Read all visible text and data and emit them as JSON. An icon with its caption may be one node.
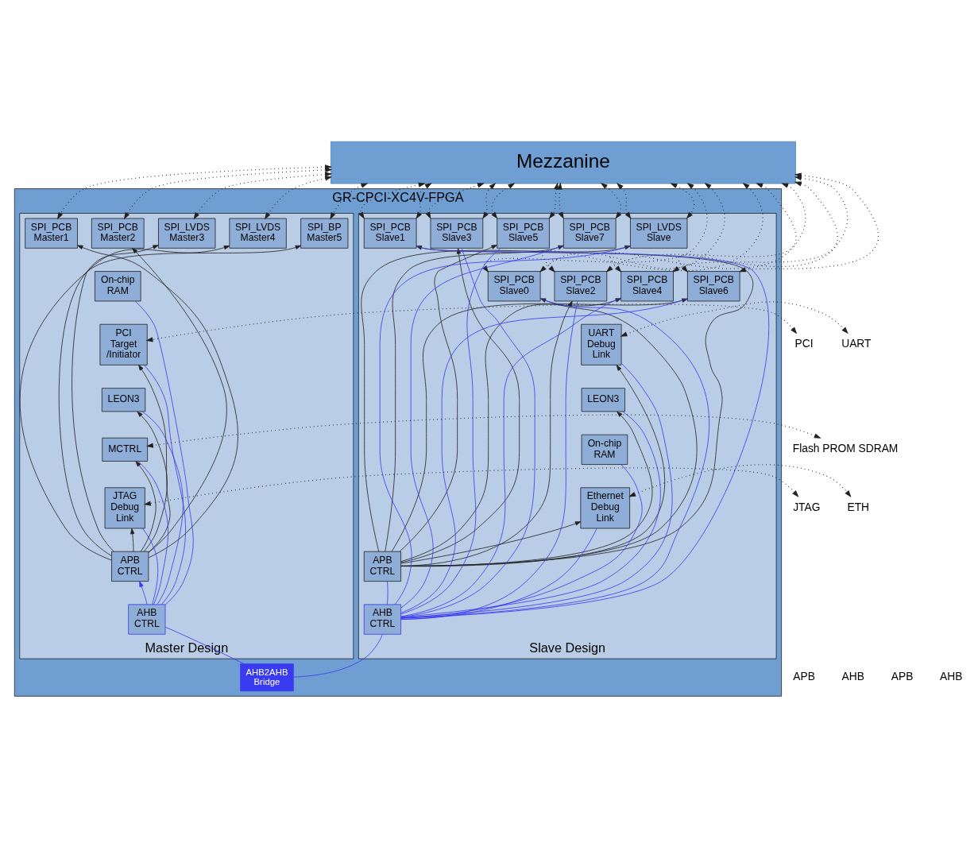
{
  "diagram": {
    "nodes": [
      {
        "text": [
          "Mezzanine"
        ]
      },
      {
        "text": [
          "GR-CPCI-XC4V-FPGA"
        ]
      },
      {
        "text": [
          "Master Design"
        ],
        "in": 1
      },
      {
        "text": [
          "SPI_PCB Master1"
        ],
        "in": 2
      },
      {
        "text": [
          "SPI_PCB Master2"
        ],
        "in": 2
      },
      {
        "text": [
          "SPI_LVDS Master3"
        ],
        "in": 2
      },
      {
        "text": [
          "SPI_LVDS Master4"
        ],
        "in": 2
      },
      {
        "text": [
          "SPI_BP Master5"
        ],
        "in": 2
      },
      {
        "text": [
          "On-chip RAM"
        ],
        "in": 2
      },
      {
        "text": [
          "PCI Target /Initiator"
        ],
        "in": 2
      },
      {
        "text": [
          "LEON3"
        ],
        "in": 2
      },
      {
        "text": [
          "MCTRL"
        ],
        "in": 2
      },
      {
        "text": [
          "JTAG Debug Link"
        ],
        "in": 2
      },
      {
        "text": [
          "APB CTRL"
        ],
        "in": 2
      },
      {
        "text": [
          "AHB CTRL"
        ],
        "in": 2
      },
      {
        "text": [
          "Slave Design"
        ],
        "in": 1
      },
      {
        "text": [
          "SPI_PCB Slave0"
        ],
        "in": 15
      },
      {
        "text": [
          "SPI_PCB Slave1"
        ],
        "in": 15
      },
      {
        "text": [
          "SPI_PCB Slave2"
        ],
        "in": 15
      },
      {
        "text": [
          "SPI_PCB Slave3"
        ],
        "in": 15
      },
      {
        "text": [
          "SPI_PCB Slave4"
        ],
        "in": 15
      },
      {
        "text": [
          "SPI_PCB Slave5"
        ],
        "in": 15
      },
      {
        "text": [
          "SPI_PCB Slave6"
        ],
        "in": 15
      },
      {
        "text": [
          "SPI_PCB Slave7"
        ],
        "in": 15
      },
      {
        "text": [
          "SPI_LVDS Slave"
        ],
        "in": 15
      },
      {
        "text": [
          "UART Debug Link"
        ],
        "in": 15
      },
      {
        "text": [
          "LEON3"
        ],
        "in": 15
      },
      {
        "text": [
          "On-chip RAM"
        ],
        "in": 15
      },
      {
        "text": [
          "Ethernet Debug Link"
        ],
        "in": 15
      },
      {
        "text": [
          "APB CTRL"
        ],
        "in": 15
      },
      {
        "text": [
          "AHB CTRL"
        ],
        "in": 15
      },
      {
        "text": [
          "AHB2AHB Bridge"
        ],
        "in": 1
      },
      {
        "text": [
          "PCI"
        ]
      },
      {
        "text": [
          "Flash PROM SDRAM"
        ]
      },
      {
        "text": [
          "JTAG"
        ]
      },
      {
        "text": [
          "UART"
        ]
      },
      {
        "text": [
          "ETH"
        ]
      }
    ],
    "edges": [
      {
        "from": 0,
        "to": 3,
        "arrow": "both",
        "style": "dashed"
      },
      {
        "from": 0,
        "to": 4,
        "arrow": "both",
        "style": "dashed"
      },
      {
        "from": 0,
        "to": 5,
        "arrow": "both",
        "style": "dashed"
      },
      {
        "from": 0,
        "to": 6,
        "arrow": "both",
        "style": "dashed"
      },
      {
        "from": 0,
        "to": 7,
        "arrow": "both",
        "style": "dashed"
      },
      {
        "from": 0,
        "to": 16,
        "arrow": "both",
        "style": "dashed"
      },
      {
        "from": 0,
        "to": 16,
        "arrow": "both",
        "style": "dashed"
      },
      {
        "from": 0,
        "to": 17,
        "arrow": "both",
        "style": "dashed"
      },
      {
        "from": 0,
        "to": 17,
        "arrow": "both",
        "style": "dashed"
      },
      {
        "from": 0,
        "to": 18,
        "arrow": "both",
        "style": "dashed"
      },
      {
        "from": 0,
        "to": 18,
        "arrow": "both",
        "style": "dashed"
      },
      {
        "from": 0,
        "to": 19,
        "arrow": "both",
        "style": "dashed"
      },
      {
        "from": 0,
        "to": 19,
        "arrow": "both",
        "style": "dashed"
      },
      {
        "from": 0,
        "to": 20,
        "arrow": "both",
        "style": "dashed"
      },
      {
        "from": 0,
        "to": 20,
        "arrow": "both",
        "style": "dashed"
      },
      {
        "from": 0,
        "to": 21,
        "arrow": "both",
        "style": "dashed"
      },
      {
        "from": 0,
        "to": 21,
        "arrow": "both",
        "style": "dashed"
      },
      {
        "from": 0,
        "to": 22,
        "arrow": "both",
        "style": "dashed"
      },
      {
        "from": 0,
        "to": 22,
        "arrow": "both",
        "style": "dashed"
      },
      {
        "from": 0,
        "to": 23,
        "arrow": "both",
        "style": "dashed"
      },
      {
        "from": 0,
        "to": 23,
        "arrow": "both",
        "style": "dashed"
      },
      {
        "from": 0,
        "to": 24,
        "arrow": "both",
        "style": "dashed"
      },
      {
        "from": 0,
        "to": 24,
        "arrow": "both",
        "style": "dashed"
      },
      {
        "from": 13,
        "to": 3,
        "arrow": "to"
      },
      {
        "from": 13,
        "to": 4,
        "arrow": "to"
      },
      {
        "from": 13,
        "to": 5,
        "arrow": "to"
      },
      {
        "from": 13,
        "to": 6,
        "arrow": "to"
      },
      {
        "from": 13,
        "to": 7,
        "arrow": "to"
      },
      {
        "from": 13,
        "to": 9,
        "arrow": "to"
      },
      {
        "from": 13,
        "to": 10,
        "arrow": "to"
      },
      {
        "from": 13,
        "to": 11,
        "arrow": "to"
      },
      {
        "from": 13,
        "to": 12,
        "arrow": "to"
      },
      {
        "from": 14,
        "to": 8,
        "arrow": "none",
        "color": "#3a3af0"
      },
      {
        "from": 14,
        "to": 9,
        "arrow": "none",
        "color": "#3a3af0"
      },
      {
        "from": 14,
        "to": 10,
        "arrow": "none",
        "color": "#3a3af0"
      },
      {
        "from": 14,
        "to": 11,
        "arrow": "none",
        "color": "#3a3af0"
      },
      {
        "from": 14,
        "to": 12,
        "arrow": "none",
        "color": "#3a3af0"
      },
      {
        "from": 14,
        "to": 13,
        "arrow": "to",
        "color": "#3a3af0"
      },
      {
        "from": 14,
        "to": 31,
        "arrow": "none",
        "color": "#3a3af0"
      },
      {
        "from": 31,
        "to": 30,
        "arrow": "none",
        "color": "#3a3af0"
      },
      {
        "from": 32,
        "to": 9,
        "arrow": "both",
        "style": "dashed"
      },
      {
        "from": 33,
        "to": 11,
        "arrow": "both",
        "style": "dashed"
      },
      {
        "from": 34,
        "to": 12,
        "arrow": "both",
        "style": "dashed"
      },
      {
        "from": 29,
        "to": 16,
        "arrow": "to"
      },
      {
        "from": 29,
        "to": 17,
        "arrow": "to"
      },
      {
        "from": 29,
        "to": 18,
        "arrow": "to"
      },
      {
        "from": 29,
        "to": 19,
        "arrow": "to"
      },
      {
        "from": 29,
        "to": 20,
        "arrow": "to"
      },
      {
        "from": 29,
        "to": 21,
        "arrow": "to"
      },
      {
        "from": 29,
        "to": 22,
        "arrow": "to"
      },
      {
        "from": 29,
        "to": 23,
        "arrow": "to"
      },
      {
        "from": 29,
        "to": 24,
        "arrow": "to"
      },
      {
        "from": 29,
        "to": 25,
        "arrow": "to"
      },
      {
        "from": 29,
        "to": 26,
        "arrow": "to"
      },
      {
        "from": 29,
        "to": 28,
        "arrow": "to"
      },
      {
        "from": 30,
        "to": 16,
        "arrow": "none",
        "color": "#3a3af0"
      },
      {
        "from": 30,
        "to": 17,
        "arrow": "none",
        "color": "#3a3af0"
      },
      {
        "from": 30,
        "to": 18,
        "arrow": "none",
        "color": "#3a3af0"
      },
      {
        "from": 30,
        "to": 19,
        "arrow": "none",
        "color": "#3a3af0"
      },
      {
        "from": 30,
        "to": 20,
        "arrow": "none",
        "color": "#3a3af0"
      },
      {
        "from": 30,
        "to": 21,
        "arrow": "none",
        "color": "#3a3af0"
      },
      {
        "from": 30,
        "to": 22,
        "arrow": "none",
        "color": "#3a3af0"
      },
      {
        "from": 30,
        "to": 23,
        "arrow": "none",
        "color": "#3a3af0"
      },
      {
        "from": 30,
        "to": 24,
        "arrow": "none",
        "color": "#3a3af0"
      },
      {
        "from": 30,
        "to": 25,
        "arrow": "none",
        "color": "#3a3af0"
      },
      {
        "from": 30,
        "to": 26,
        "arrow": "none",
        "color": "#3a3af0"
      },
      {
        "from": 30,
        "to": 27,
        "arrow": "none",
        "color": "#3a3af0"
      },
      {
        "from": 30,
        "to": 28,
        "arrow": "none",
        "color": "#3a3af0"
      },
      {
        "from": 30,
        "to": 29,
        "arrow": "none",
        "color": "#3a3af0"
      },
      {
        "from": 25,
        "to": 35,
        "arrow": "both",
        "style": "dashed"
      },
      {
        "from": 28,
        "to": 36,
        "arrow": "both",
        "style": "dashed"
      }
    ],
    "labels": [
      "APB",
      "AHB",
      "APB",
      "AHB"
    ]
  }
}
